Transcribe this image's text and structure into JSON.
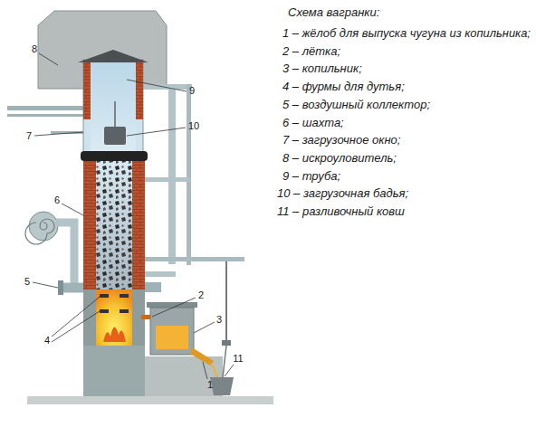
{
  "diagram": {
    "title": "Схема вагранки:",
    "labels": [
      "1 – жёлоб для выпуска чугуна из копильника;",
      "2 – лётка;",
      "3 – копильник;",
      "4 – фурмы для дутья;",
      "5 – воздушный коллектор;",
      "6 – шахта;",
      "7 – загрузочное окно;",
      "8 – искроуловитель;",
      "9 – труба;",
      "10 – загрузочная бадья;",
      "11 – разливочный ковш",
      "8",
      "9",
      "7",
      "10",
      "6",
      "5",
      "4",
      "2",
      "3",
      "1",
      "11"
    ]
  }
}
